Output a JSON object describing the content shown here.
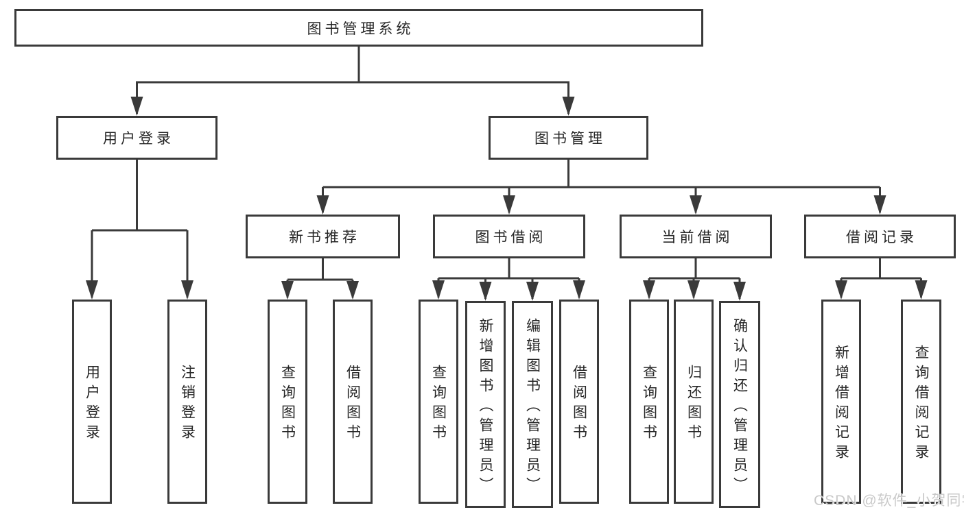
{
  "colors": {
    "line": "#3a3a3a",
    "box_border": "#3a3a3a",
    "text": "#262626",
    "watermark": "#c9c9c9",
    "background": "#ffffff"
  },
  "nodes": {
    "root": "图书管理系统",
    "user_login": "用户登录",
    "book_management": "图书管理",
    "new_book_recommend": "新书推荐",
    "book_borrow": "图书借阅",
    "current_borrow": "当前借阅",
    "borrow_record": "借阅记录",
    "user_login_leaf": "用户登录",
    "logout_leaf": "注销登录",
    "nbr_query_book": "查询图书",
    "nbr_borrow_book": "借阅图书",
    "bb_query_book": "查询图书",
    "bb_add_book_admin": "新增图书（管理员）",
    "bb_edit_book_admin": "编辑图书（管理员）",
    "bb_borrow_book": "借阅图书",
    "cb_query_book": "查询图书",
    "cb_return_book": "归还图书",
    "cb_confirm_return_admin": "确认归还（管理员）",
    "br_add_record": "新增借阅记录",
    "br_query_record": "查询借阅记录"
  },
  "watermark": {
    "text": "CSDN @软件_小贺同学"
  }
}
